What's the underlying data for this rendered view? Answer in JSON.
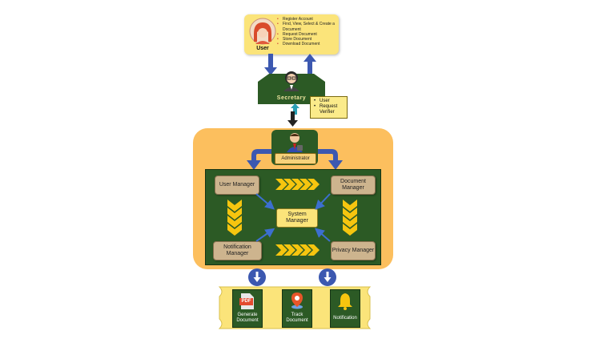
{
  "user": {
    "label": "User",
    "features": [
      "Register Account",
      "Find, View, Select & Create a Document",
      "Request Document",
      "Store Document",
      "Download Document"
    ]
  },
  "secretary": {
    "label": "Secretary",
    "features": [
      "User",
      "Request Verifier"
    ]
  },
  "administrator": {
    "label": "Administrator"
  },
  "managers": {
    "user": "User Manager",
    "document": "Document Manager",
    "system": "System Manager",
    "notification": "Notification Manager",
    "privacy": "Privacy Manager"
  },
  "outputs": [
    {
      "label": "Generate Document",
      "icon": "pdf-icon",
      "icon_text": "PDF"
    },
    {
      "label": "Track Document",
      "icon": "location-pin-icon"
    },
    {
      "label": "Notification",
      "icon": "bell-icon"
    }
  ],
  "colors": {
    "user_panel": "#fbe47a",
    "orange_panel": "#fcbf5e",
    "green_panel": "#2c5a25",
    "manager_box": "#cdb48e",
    "arrow_blue": "#3c58b0",
    "chevron_yellow": "#f6c50f"
  }
}
